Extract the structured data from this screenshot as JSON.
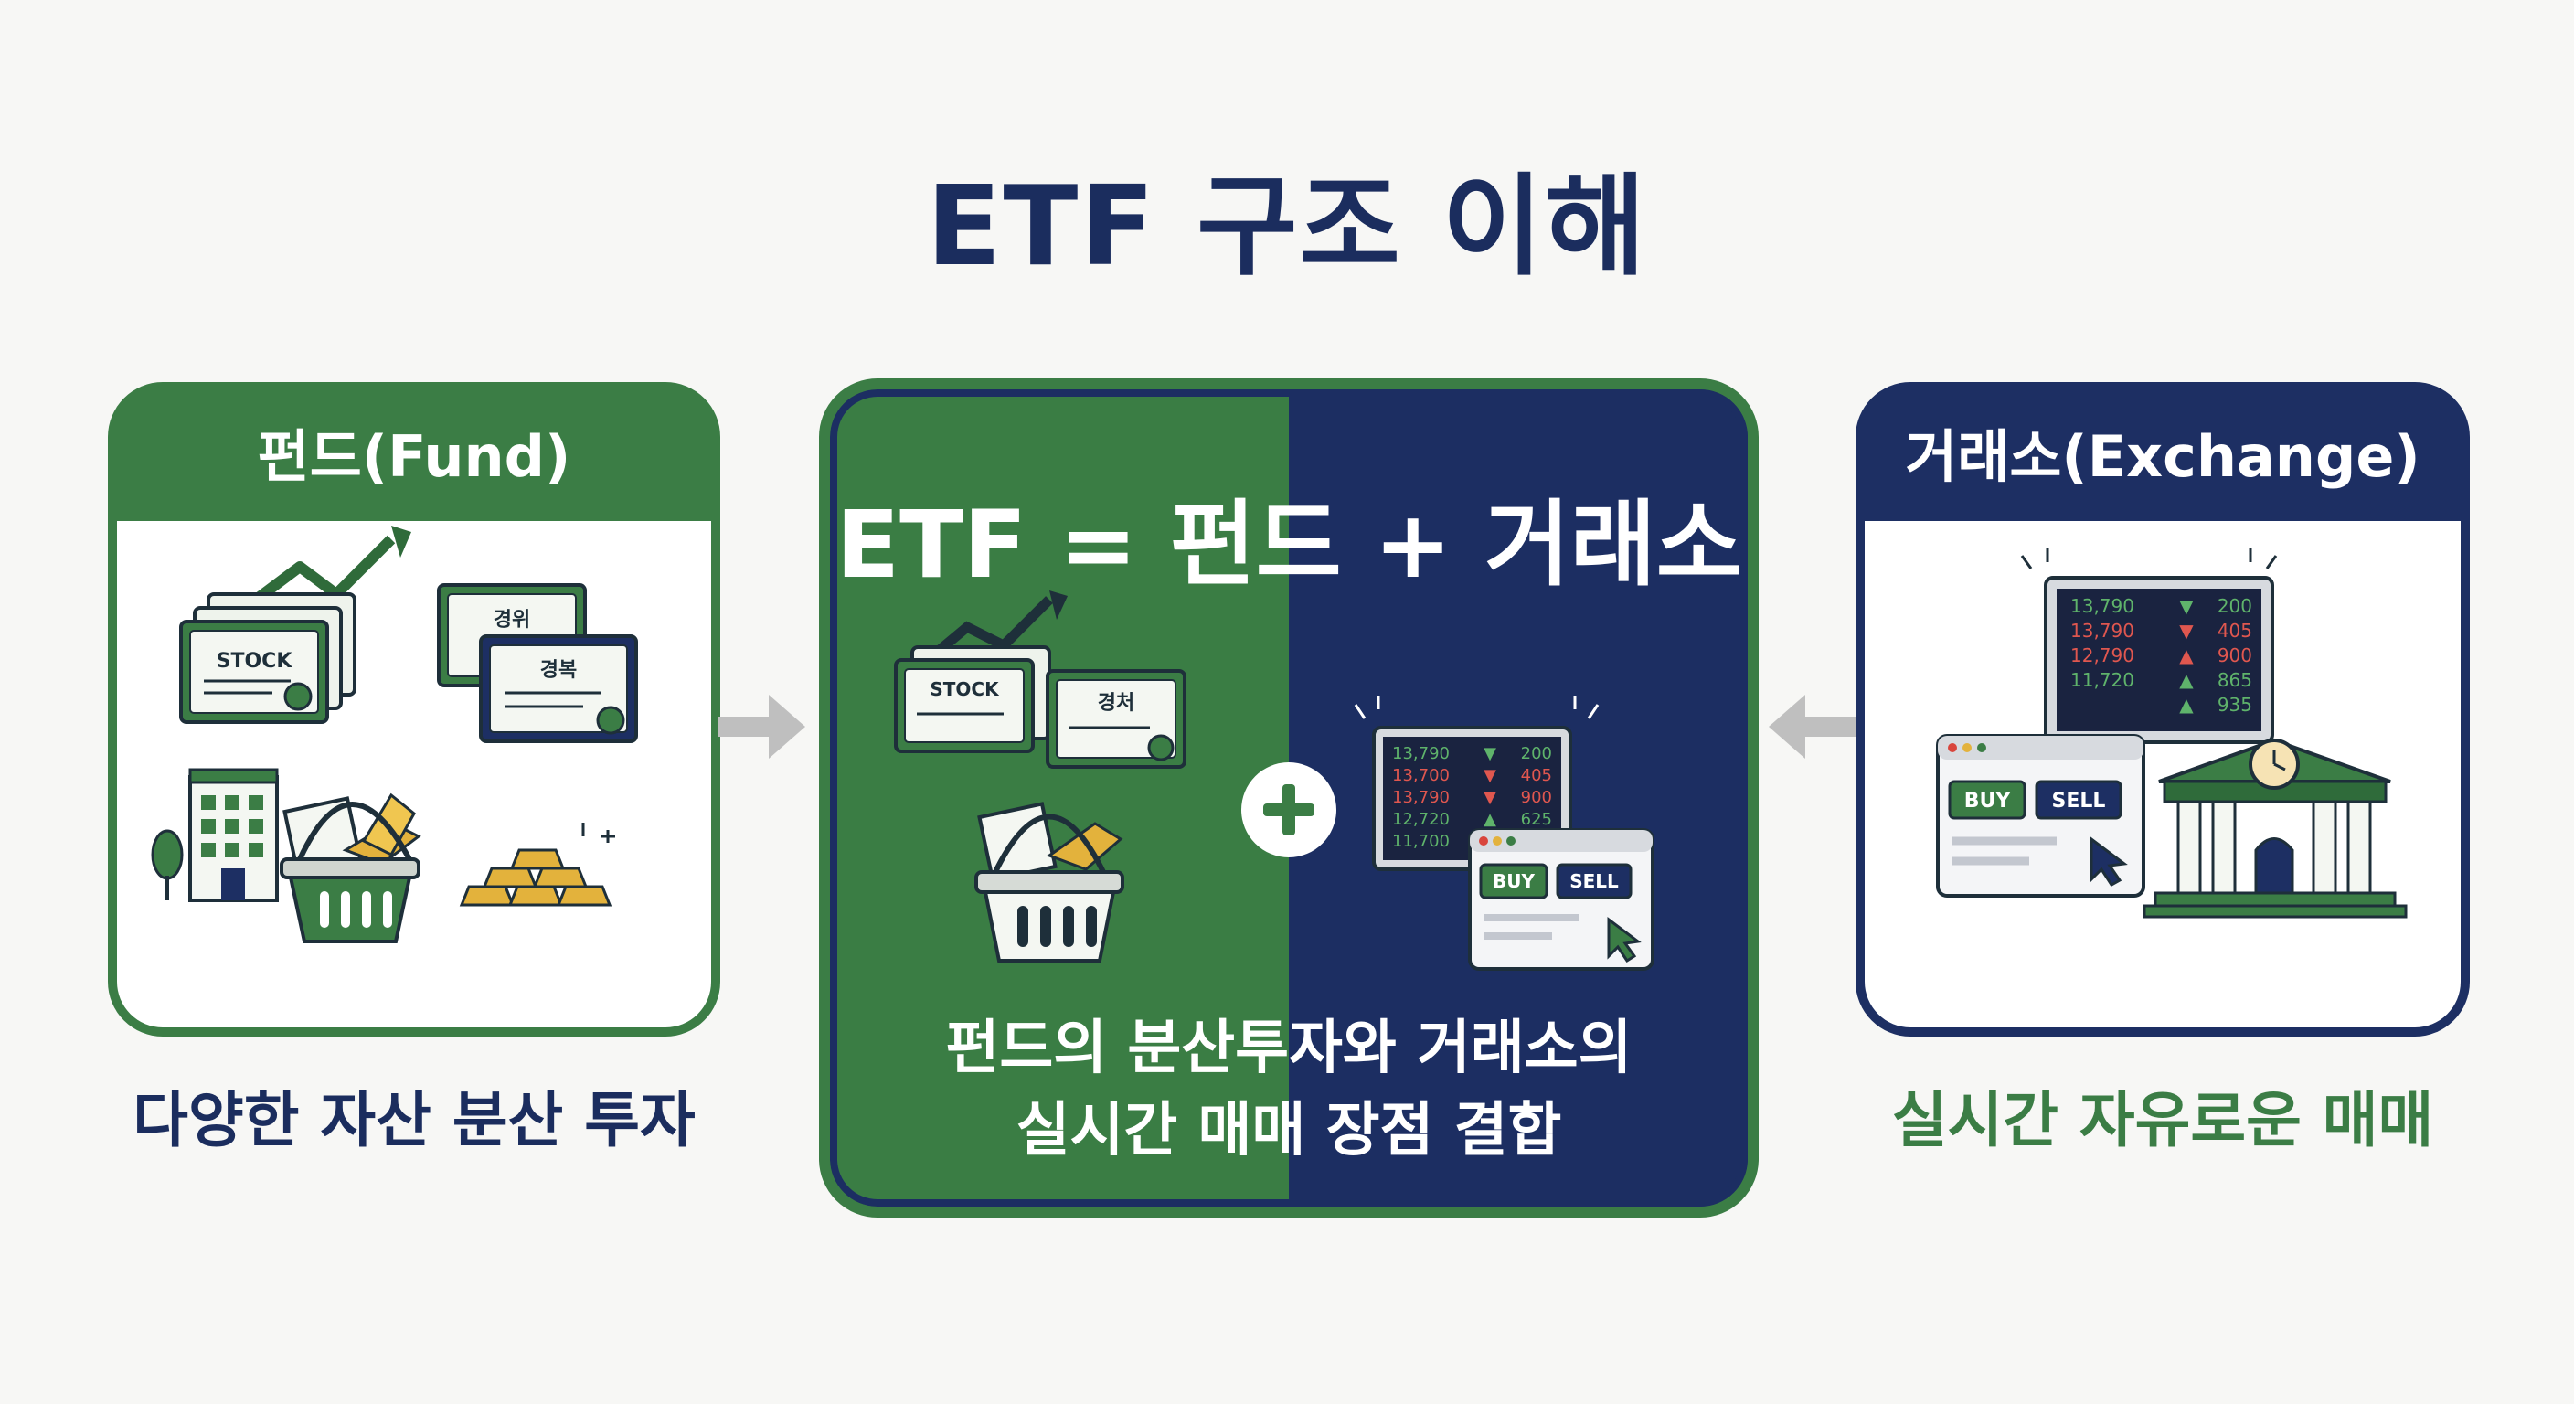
{
  "title": "ETF 구조 이해",
  "colors": {
    "green": "#3b7d45",
    "navy": "#1d2f63",
    "gold": "#e3b23c",
    "red": "#d9453c"
  },
  "fund": {
    "header": "펀드(Fund)",
    "caption": "다양한 자산 분산 투자",
    "stock_label": "STOCK",
    "cert1_label": "경위",
    "cert2_label": "경복",
    "icons": [
      "stock-certificate-icon",
      "growth-arrow-icon",
      "bond-certificate-icon",
      "building-icon",
      "tree-icon",
      "basket-icon",
      "gold-bars-icon"
    ]
  },
  "etf": {
    "header": "ETF = 펀드 + 거래소",
    "description_line1": "펀드의 분산투자와 거래소의",
    "description_line2": "실시간 매매 장점 결합",
    "stock_label": "STOCK",
    "cert_label": "경처",
    "quotes": [
      {
        "price": "13,790",
        "dir": "▼",
        "vol": "200",
        "color": "green"
      },
      {
        "price": "13,700",
        "dir": "▼",
        "vol": "405",
        "color": "red"
      },
      {
        "price": "13,790",
        "dir": "▼",
        "vol": "900",
        "color": "red"
      },
      {
        "price": "12,720",
        "dir": "▲",
        "vol": "625",
        "color": "green"
      },
      {
        "price": "11,700",
        "dir": "",
        "vol": "",
        "color": "green"
      }
    ],
    "buy_label": "BUY",
    "sell_label": "SELL"
  },
  "exchange": {
    "header": "거래소(Exchange)",
    "caption": "실시간 자유로운 매매",
    "quotes": [
      {
        "price": "13,790",
        "dir": "▼",
        "vol": "200",
        "color": "green"
      },
      {
        "price": "13,790",
        "dir": "▼",
        "vol": "405",
        "color": "red"
      },
      {
        "price": "12,790",
        "dir": "▲",
        "vol": "900",
        "color": "red"
      },
      {
        "price": "11,720",
        "dir": "▲",
        "vol": "865",
        "color": "green"
      },
      {
        "price": "",
        "dir": "▲",
        "vol": "935",
        "color": "green"
      }
    ],
    "buy_label": "BUY",
    "sell_label": "SELL",
    "icons": [
      "monitor-icon",
      "trading-window-icon",
      "cursor-icon",
      "exchange-building-icon",
      "clock-icon"
    ]
  }
}
